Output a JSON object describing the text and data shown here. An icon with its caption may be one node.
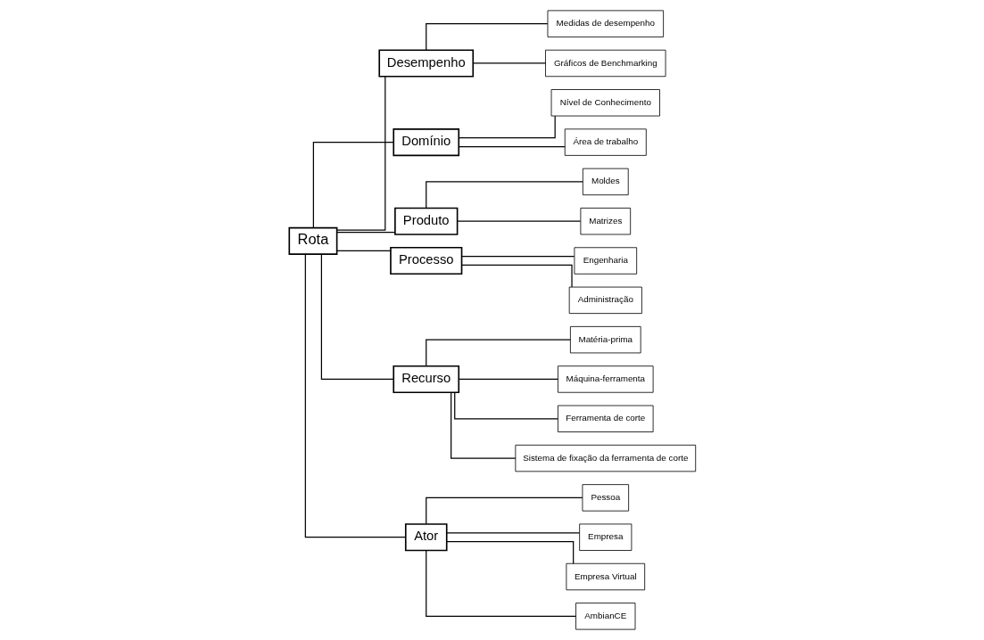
{
  "diagram": {
    "nodes": [
      {
        "text": [
          "Rota"
        ]
      },
      {
        "text": [
          "Medidas de desempenho"
        ]
      },
      {
        "text": [
          "Gráficos de Benchmarking"
        ]
      },
      {
        "text": [
          "Desempenho"
        ]
      },
      {
        "text": [
          "Domínio"
        ]
      },
      {
        "text": [
          "Nível de Conhecimento"
        ]
      },
      {
        "text": [
          "Área de trabalho"
        ]
      },
      {
        "text": [
          "Moldes"
        ]
      },
      {
        "text": [
          "Matrizes"
        ]
      },
      {
        "text": [
          "Produto"
        ]
      },
      {
        "text": [
          "Processo"
        ]
      },
      {
        "text": [
          "Engenharia"
        ]
      },
      {
        "text": [
          "Administração"
        ]
      },
      {
        "text": [
          "Matéria-prima"
        ]
      },
      {
        "text": [
          "Máquina-ferramenta"
        ]
      },
      {
        "text": [
          "Ferramenta de corte"
        ]
      },
      {
        "text": [
          "Sistema de fixação da ferramenta de corte"
        ]
      },
      {
        "text": [
          "Recurso"
        ]
      },
      {
        "text": [
          "Ator"
        ]
      },
      {
        "text": [
          "Pessoa"
        ]
      },
      {
        "text": [
          "Empresa"
        ]
      },
      {
        "text": [
          "Empresa Virtual"
        ]
      },
      {
        "text": [
          "AmbianCE"
        ]
      }
    ],
    "edges": [
      {
        "from": 0,
        "to": 3,
        "arrow": "none"
      },
      {
        "from": 0,
        "to": 4,
        "arrow": "none"
      },
      {
        "from": 0,
        "to": 9,
        "arrow": "none"
      },
      {
        "from": 0,
        "to": 10,
        "arrow": "none"
      },
      {
        "from": 0,
        "to": 17,
        "arrow": "none"
      },
      {
        "from": 0,
        "to": 18,
        "arrow": "none"
      },
      {
        "from": 3,
        "to": 1,
        "arrow": "none"
      },
      {
        "from": 3,
        "to": 2,
        "arrow": "none"
      },
      {
        "from": 4,
        "to": 5,
        "arrow": "none"
      },
      {
        "from": 4,
        "to": 6,
        "arrow": "none"
      },
      {
        "from": 9,
        "to": 7,
        "arrow": "none"
      },
      {
        "from": 9,
        "to": 8,
        "arrow": "none"
      },
      {
        "from": 10,
        "to": 11,
        "arrow": "none"
      },
      {
        "from": 10,
        "to": 12,
        "arrow": "none"
      },
      {
        "from": 17,
        "to": 13,
        "arrow": "none"
      },
      {
        "from": 17,
        "to": 14,
        "arrow": "none"
      },
      {
        "from": 17,
        "to": 15,
        "arrow": "none"
      },
      {
        "from": 17,
        "to": 16,
        "arrow": "none"
      },
      {
        "from": 18,
        "to": 19,
        "arrow": "none"
      },
      {
        "from": 18,
        "to": 20,
        "arrow": "none"
      },
      {
        "from": 18,
        "to": 21,
        "arrow": "none"
      },
      {
        "from": 18,
        "to": 22,
        "arrow": "none"
      }
    ]
  }
}
